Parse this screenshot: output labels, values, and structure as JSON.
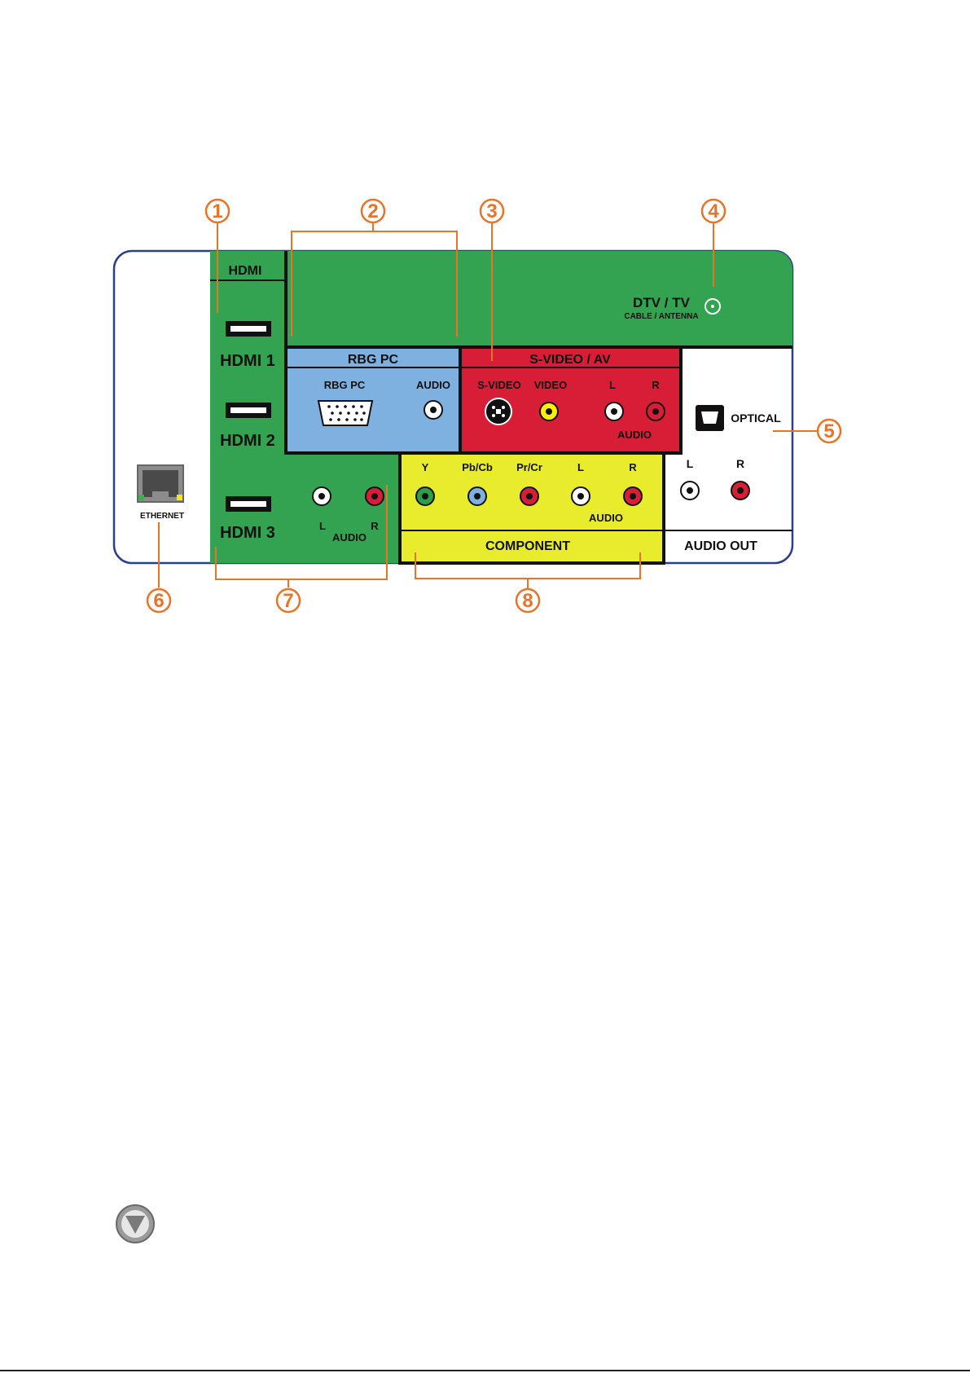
{
  "panel": {
    "hdmi": {
      "header": "HDMI",
      "ports": [
        "HDMI 1",
        "HDMI 2",
        "HDMI 3"
      ]
    },
    "dtv": {
      "title": "DTV / TV",
      "subtitle": "CABLE / ANTENNA"
    },
    "rgb_pc": {
      "header": "RBG PC",
      "port_label": "RBG PC",
      "audio_label": "AUDIO"
    },
    "svideo_av": {
      "header": "S-VIDEO / AV",
      "svideo_label": "S-VIDEO",
      "video_label": "VIDEO",
      "left_label": "L",
      "right_label": "R",
      "audio_label": "AUDIO"
    },
    "optical": {
      "label": "OPTICAL"
    },
    "audio_out": {
      "left_label": "L",
      "right_label": "R",
      "footer": "AUDIO OUT"
    },
    "component": {
      "y_label": "Y",
      "pb_label": "Pb/Cb",
      "pr_label": "Pr/Cr",
      "left_label": "L",
      "right_label": "R",
      "audio_label": "AUDIO",
      "footer": "COMPONENT"
    },
    "hdmi_audio": {
      "left_label": "L",
      "right_label": "R",
      "audio_label": "AUDIO"
    },
    "ethernet": {
      "label": "ETHERNET"
    }
  },
  "callouts": [
    "1",
    "2",
    "3",
    "4",
    "5",
    "6",
    "7",
    "8"
  ],
  "colors": {
    "accent_orange": "#e8742a",
    "panel_green": "#33a352",
    "rgb_blue": "#7fb1e0",
    "av_red": "#d81e36",
    "component_yellow": "#e9ec2c",
    "outline_blue": "#2b3f8f"
  },
  "icons": [
    "hdmi-port-icon",
    "vga-port-icon",
    "svideo-port-icon",
    "rca-jack-icon",
    "coax-jack-icon",
    "optical-port-icon",
    "ethernet-port-icon",
    "vizio-logo-icon"
  ]
}
